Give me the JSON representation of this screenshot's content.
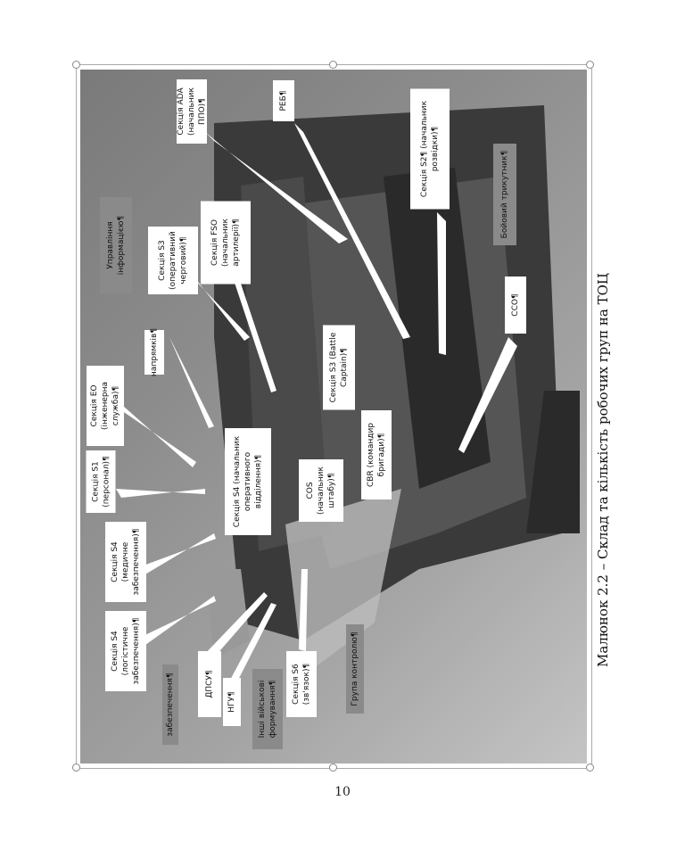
{
  "figure": {
    "labels": {
      "ada": "Секція ADA (начальник ППО)¶",
      "reb": "РЕБ¶",
      "s2": "Секція S2¶ (начальник розвідки)¶",
      "combat_triangle": "Бойовий трикутник¶",
      "info_mgmt": "Управління інформацією¶",
      "fso": "Секція FSO (начальник артилерії)¶",
      "s3_duty": "Секція S3 (оперативний черговий)¶",
      "sso": "ССО¶",
      "directions": "напрямків¶",
      "s3_battle": "Секція S3 (Battle Captain)¶",
      "eo": "Секція EO (інженерна служба)¶",
      "s1": "Секція S1 (персонал)¶",
      "s4_ops": "Секція S4 (начальник оперативного відділення)¶",
      "cbr": "CBR (командир бригади)¶",
      "cos": "COS (начальник штабу)¶",
      "s4_med": "Секція S4 (медичне забезпечення)¶",
      "s4_log": "Секція S4 (логістичне забезпечення)¶",
      "support": "забезпечення¶",
      "dpsu": "ДПСУ¶",
      "ngu": "НГУ¶",
      "other_forces": "Інші військові формування¶",
      "s6": "Секція S6 (зв'язок)¶",
      "control_group": "Група контролю¶"
    },
    "caption": "Малюнок 2.2 – Склад та кількість робочих груп на ТОЦ"
  },
  "page_number": "10"
}
